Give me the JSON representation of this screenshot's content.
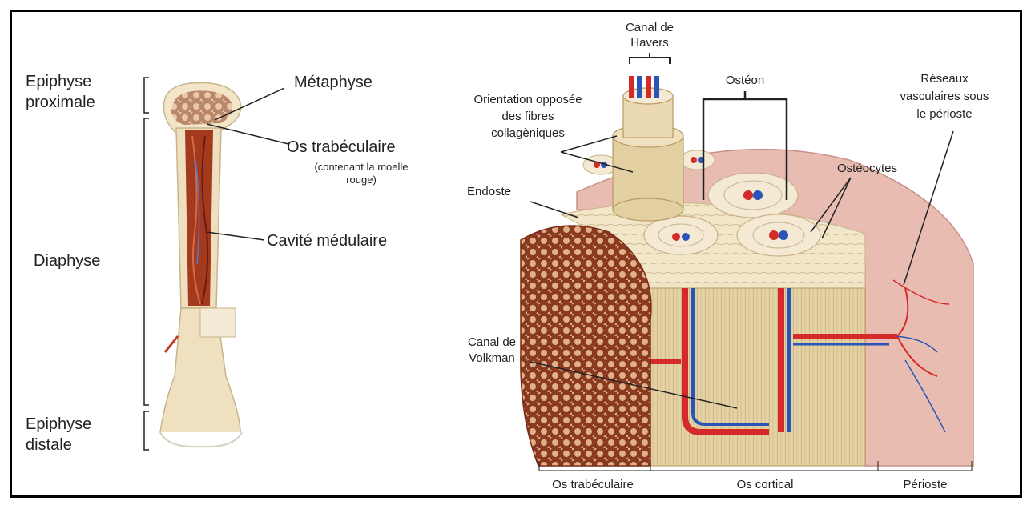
{
  "left": {
    "epiphyse_proximale": [
      "Epiphyse",
      "proximale"
    ],
    "diaphyse": "Diaphyse",
    "epiphyse_distale": [
      "Epiphyse",
      "distale"
    ],
    "metaphyse": "Métaphyse",
    "os_trabeculaire": "Os trabéculaire",
    "os_trabeculaire_note": [
      "(contenant la moelle",
      "rouge)"
    ],
    "cavite_medulaire": "Cavité médulaire"
  },
  "right": {
    "canal_havers": [
      "Canal de",
      "Havers"
    ],
    "orientation": [
      "Orientation opposée",
      "des fibres",
      "collagèniques"
    ],
    "osteon": "Ostéon",
    "reseaux": [
      "Réseaux",
      "vasculaires sous",
      "le périoste"
    ],
    "endoste": "Endoste",
    "osteocytes": "Ostéocytes",
    "canal_volkman": [
      "Canal de",
      "Volkman"
    ],
    "bottom_os_trabeculaire": "Os trabéculaire",
    "bottom_os_cortical": "Os cortical",
    "bottom_perioste": "Périoste"
  },
  "colors": {
    "bone": "#efe0c0",
    "marrow": "#a33a1e",
    "artery": "#d42a2a",
    "vein": "#2a55b8",
    "periosteum": "#e8b8b0"
  }
}
